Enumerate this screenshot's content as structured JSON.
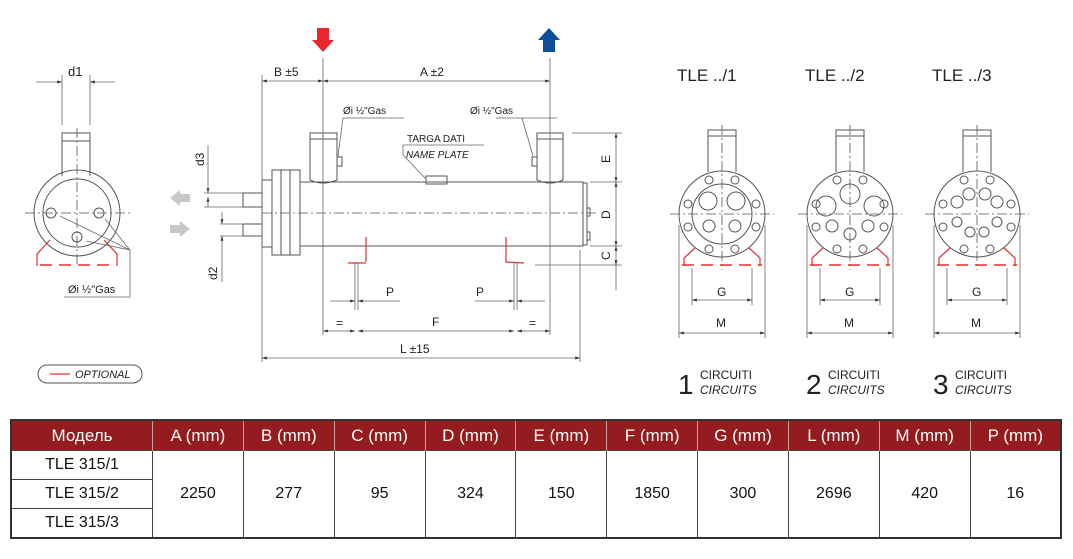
{
  "colors": {
    "header_bg": "#941c1f",
    "hot_arrow": "#e8262b",
    "cold_arrow": "#0b4f9c",
    "optional_line": "#e03030"
  },
  "end_view": {
    "d1": "d1",
    "d2": "d2",
    "d3": "d3",
    "gas_label": "Øi ½\"Gas"
  },
  "legend": {
    "optional": "OPTIONAL"
  },
  "side_view": {
    "b_dim": "B ±5",
    "a_dim": "A ±2",
    "l_dim": "L ±15",
    "f_dim": "F",
    "p_dim": "P",
    "eq": "=",
    "e_dim": "E",
    "d_dim": "D",
    "c_dim": "C",
    "gas_left": "Øi ½\"Gas",
    "gas_right": "Øi ½\"Gas",
    "plate_it": "TARGA DATI",
    "plate_en": "NAME PLATE"
  },
  "variants": [
    {
      "title": "TLE ../1",
      "number": "1",
      "it": "CIRCUITI",
      "en": "CIRCUITS",
      "g": "G",
      "m": "M"
    },
    {
      "title": "TLE ../2",
      "number": "2",
      "it": "CIRCUITI",
      "en": "CIRCUITS",
      "g": "G",
      "m": "M"
    },
    {
      "title": "TLE ../3",
      "number": "3",
      "it": "CIRCUITI",
      "en": "CIRCUITS",
      "g": "G",
      "m": "M"
    }
  ],
  "table": {
    "headers": [
      "Модель",
      "A (mm)",
      "B (mm)",
      "C (mm)",
      "D (mm)",
      "E (mm)",
      "F (mm)",
      "G (mm)",
      "L (mm)",
      "M (mm)",
      "P (mm)"
    ],
    "models": [
      "TLE 315/1",
      "TLE 315/2",
      "TLE 315/3"
    ],
    "values": [
      "2250",
      "277",
      "95",
      "324",
      "150",
      "1850",
      "300",
      "2696",
      "420",
      "16"
    ]
  }
}
